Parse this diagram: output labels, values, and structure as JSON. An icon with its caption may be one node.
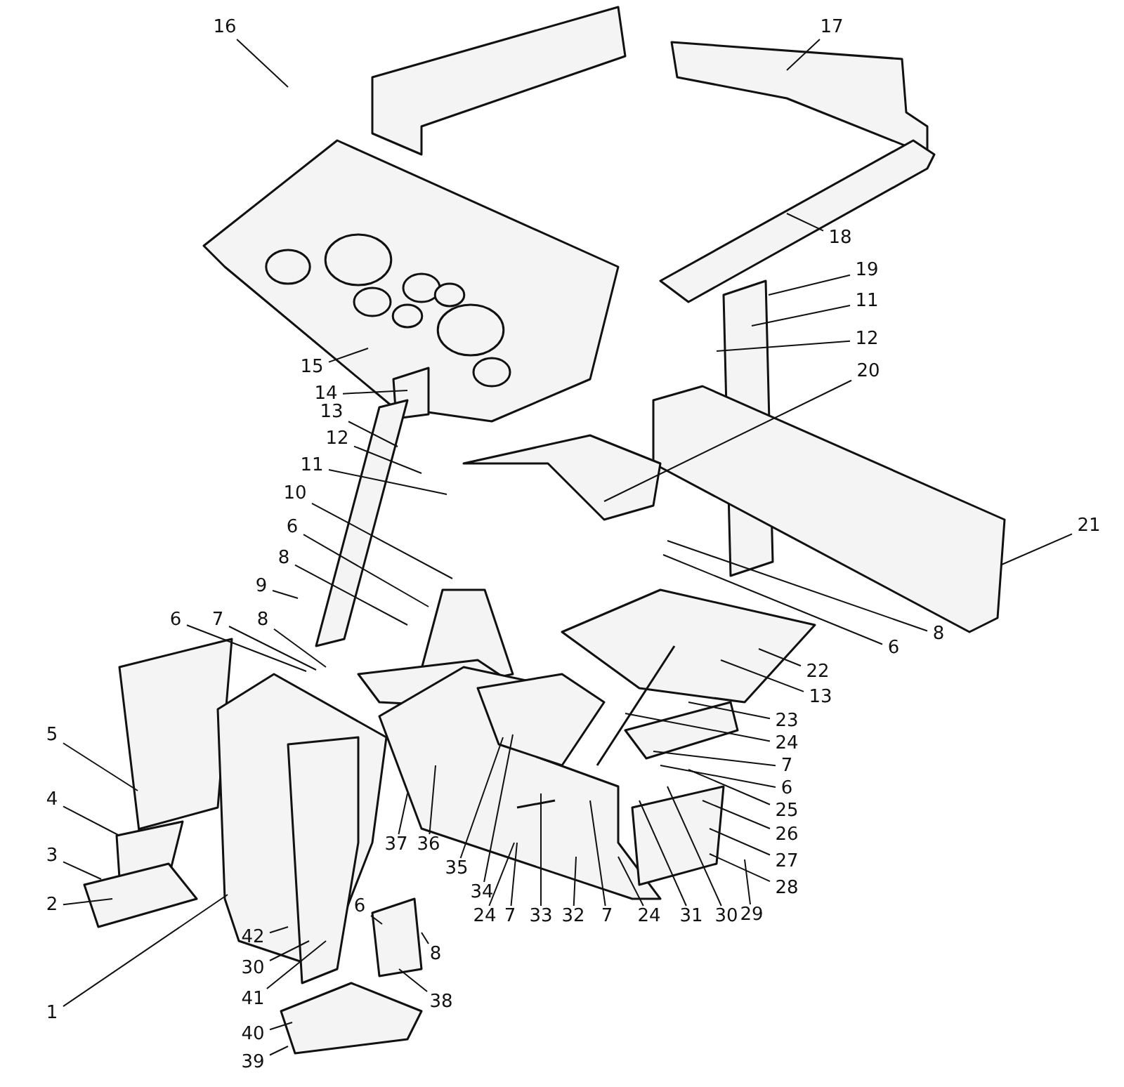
{
  "diagram": {
    "nodes": [
      {
        "text": [
          "16"
        ]
      },
      {
        "text": [
          "17"
        ]
      },
      {
        "text": [
          "18"
        ]
      },
      {
        "text": [
          "19"
        ]
      },
      {
        "text": [
          "11"
        ]
      },
      {
        "text": [
          "12"
        ]
      },
      {
        "text": [
          "15"
        ]
      },
      {
        "text": [
          "14"
        ]
      },
      {
        "text": [
          "20"
        ]
      },
      {
        "text": [
          "13"
        ]
      },
      {
        "text": [
          "12"
        ]
      },
      {
        "text": [
          "11"
        ]
      },
      {
        "text": [
          "10"
        ]
      },
      {
        "text": [
          "21"
        ]
      },
      {
        "text": [
          "6"
        ]
      },
      {
        "text": [
          "8"
        ]
      },
      {
        "text": [
          "9"
        ]
      },
      {
        "text": [
          "6"
        ]
      },
      {
        "text": [
          "7"
        ]
      },
      {
        "text": [
          "8"
        ]
      },
      {
        "text": [
          "8"
        ]
      },
      {
        "text": [
          "6"
        ]
      },
      {
        "text": [
          "22"
        ]
      },
      {
        "text": [
          "13"
        ]
      },
      {
        "text": [
          "23"
        ]
      },
      {
        "text": [
          "24"
        ]
      },
      {
        "text": [
          "7"
        ]
      },
      {
        "text": [
          "6"
        ]
      },
      {
        "text": [
          "25"
        ]
      },
      {
        "text": [
          "26"
        ]
      },
      {
        "text": [
          "5"
        ]
      },
      {
        "text": [
          "27"
        ]
      },
      {
        "text": [
          "4"
        ]
      },
      {
        "text": [
          "28"
        ]
      },
      {
        "text": [
          "3"
        ]
      },
      {
        "text": [
          "2"
        ]
      },
      {
        "text": [
          "37"
        ]
      },
      {
        "text": [
          "36"
        ]
      },
      {
        "text": [
          "35"
        ]
      },
      {
        "text": [
          "34"
        ]
      },
      {
        "text": [
          "29"
        ]
      },
      {
        "text": [
          "24"
        ]
      },
      {
        "text": [
          "7"
        ]
      },
      {
        "text": [
          "33"
        ]
      },
      {
        "text": [
          "32"
        ]
      },
      {
        "text": [
          "7"
        ]
      },
      {
        "text": [
          "24"
        ]
      },
      {
        "text": [
          "31"
        ]
      },
      {
        "text": [
          "30"
        ]
      },
      {
        "text": [
          "8"
        ]
      },
      {
        "text": [
          "6"
        ]
      },
      {
        "text": [
          "42"
        ]
      },
      {
        "text": [
          "30"
        ]
      },
      {
        "text": [
          "38"
        ]
      },
      {
        "text": [
          "41"
        ]
      },
      {
        "text": [
          "1"
        ]
      },
      {
        "text": [
          "40"
        ]
      },
      {
        "text": [
          "39"
        ]
      }
    ],
    "edges": [
      {
        "from": 0,
        "to": null,
        "arrow": "none"
      },
      {
        "from": 1,
        "to": null,
        "arrow": "none"
      },
      {
        "from": 2,
        "to": null,
        "arrow": "none"
      },
      {
        "from": 3,
        "to": null,
        "arrow": "none"
      },
      {
        "from": 4,
        "to": null,
        "arrow": "none"
      },
      {
        "from": 5,
        "to": null,
        "arrow": "none"
      },
      {
        "from": 6,
        "to": null,
        "arrow": "none"
      },
      {
        "from": 7,
        "to": null,
        "arrow": "none"
      },
      {
        "from": 8,
        "to": null,
        "arrow": "none"
      },
      {
        "from": 9,
        "to": null,
        "arrow": "none"
      },
      {
        "from": 10,
        "to": null,
        "arrow": "none"
      },
      {
        "from": 11,
        "to": null,
        "arrow": "none"
      },
      {
        "from": 12,
        "to": null,
        "arrow": "none"
      },
      {
        "from": 13,
        "to": null,
        "arrow": "none"
      },
      {
        "from": 14,
        "to": null,
        "arrow": "none"
      },
      {
        "from": 15,
        "to": null,
        "arrow": "none"
      },
      {
        "from": 16,
        "to": null,
        "arrow": "none"
      },
      {
        "from": 17,
        "to": null,
        "arrow": "none"
      },
      {
        "from": 18,
        "to": null,
        "arrow": "none"
      },
      {
        "from": 19,
        "to": null,
        "arrow": "none"
      },
      {
        "from": 20,
        "to": null,
        "arrow": "none"
      },
      {
        "from": 21,
        "to": null,
        "arrow": "none"
      },
      {
        "from": 22,
        "to": null,
        "arrow": "none"
      },
      {
        "from": 23,
        "to": null,
        "arrow": "none"
      },
      {
        "from": 24,
        "to": null,
        "arrow": "none"
      },
      {
        "from": 25,
        "to": null,
        "arrow": "none"
      },
      {
        "from": 26,
        "to": null,
        "arrow": "none"
      },
      {
        "from": 27,
        "to": null,
        "arrow": "none"
      },
      {
        "from": 28,
        "to": null,
        "arrow": "none"
      },
      {
        "from": 29,
        "to": null,
        "arrow": "none"
      },
      {
        "from": 30,
        "to": null,
        "arrow": "none"
      },
      {
        "from": 31,
        "to": null,
        "arrow": "none"
      },
      {
        "from": 32,
        "to": null,
        "arrow": "none"
      },
      {
        "from": 33,
        "to": null,
        "arrow": "none"
      },
      {
        "from": 34,
        "to": null,
        "arrow": "none"
      },
      {
        "from": 35,
        "to": null,
        "arrow": "none"
      },
      {
        "from": 36,
        "to": null,
        "arrow": "none"
      },
      {
        "from": 37,
        "to": null,
        "arrow": "none"
      },
      {
        "from": 38,
        "to": null,
        "arrow": "none"
      },
      {
        "from": 39,
        "to": null,
        "arrow": "none"
      },
      {
        "from": 40,
        "to": null,
        "arrow": "none"
      },
      {
        "from": 41,
        "to": null,
        "arrow": "none"
      },
      {
        "from": 42,
        "to": null,
        "arrow": "none"
      },
      {
        "from": 43,
        "to": null,
        "arrow": "none"
      },
      {
        "from": 44,
        "to": null,
        "arrow": "none"
      },
      {
        "from": 45,
        "to": null,
        "arrow": "none"
      },
      {
        "from": 46,
        "to": null,
        "arrow": "none"
      },
      {
        "from": 47,
        "to": null,
        "arrow": "none"
      },
      {
        "from": 48,
        "to": null,
        "arrow": "none"
      },
      {
        "from": 49,
        "to": null,
        "arrow": "none"
      },
      {
        "from": 50,
        "to": null,
        "arrow": "none"
      },
      {
        "from": 51,
        "to": null,
        "arrow": "none"
      },
      {
        "from": 52,
        "to": null,
        "arrow": "none"
      },
      {
        "from": 53,
        "to": null,
        "arrow": "none"
      },
      {
        "from": 54,
        "to": null,
        "arrow": "none"
      },
      {
        "from": 55,
        "to": null,
        "arrow": "none"
      },
      {
        "from": 56,
        "to": null,
        "arrow": "none"
      },
      {
        "from": 57,
        "to": null,
        "arrow": "none"
      }
    ]
  }
}
